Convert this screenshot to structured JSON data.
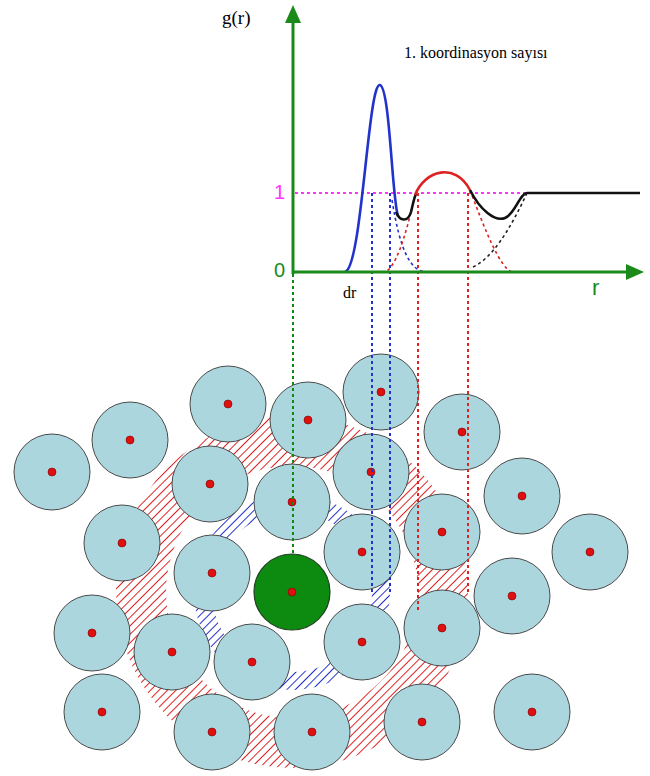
{
  "diagram": {
    "labels": [
      "g(r)",
      "1. koordinasyon sayısı",
      "1",
      "0",
      "dr",
      "r"
    ]
  }
}
